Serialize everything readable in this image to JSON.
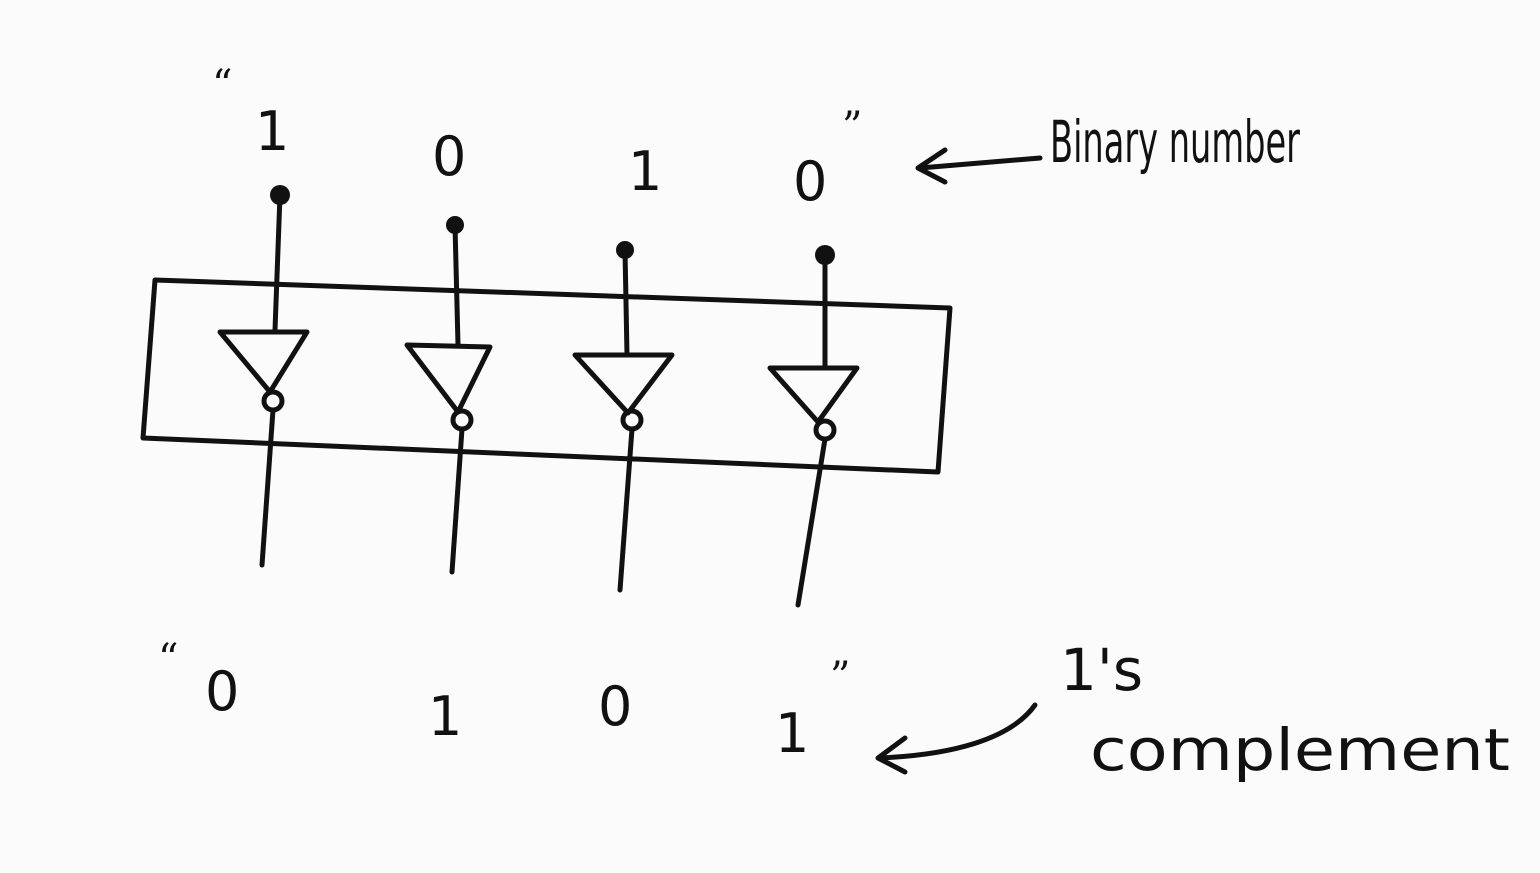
{
  "input": {
    "bits": [
      "1",
      "0",
      "1",
      "0"
    ],
    "open_quote": "“",
    "close_quote": "”",
    "label": "Binary number"
  },
  "output": {
    "bits": [
      "0",
      "1",
      "0",
      "1"
    ],
    "open_quote": "“",
    "close_quote": "”",
    "label_line1": "1's",
    "label_line2": "complement"
  },
  "gate": {
    "type": "NOT",
    "count": 4
  },
  "colors": {
    "ink": "#111111",
    "paper": "#fbfbfb"
  }
}
